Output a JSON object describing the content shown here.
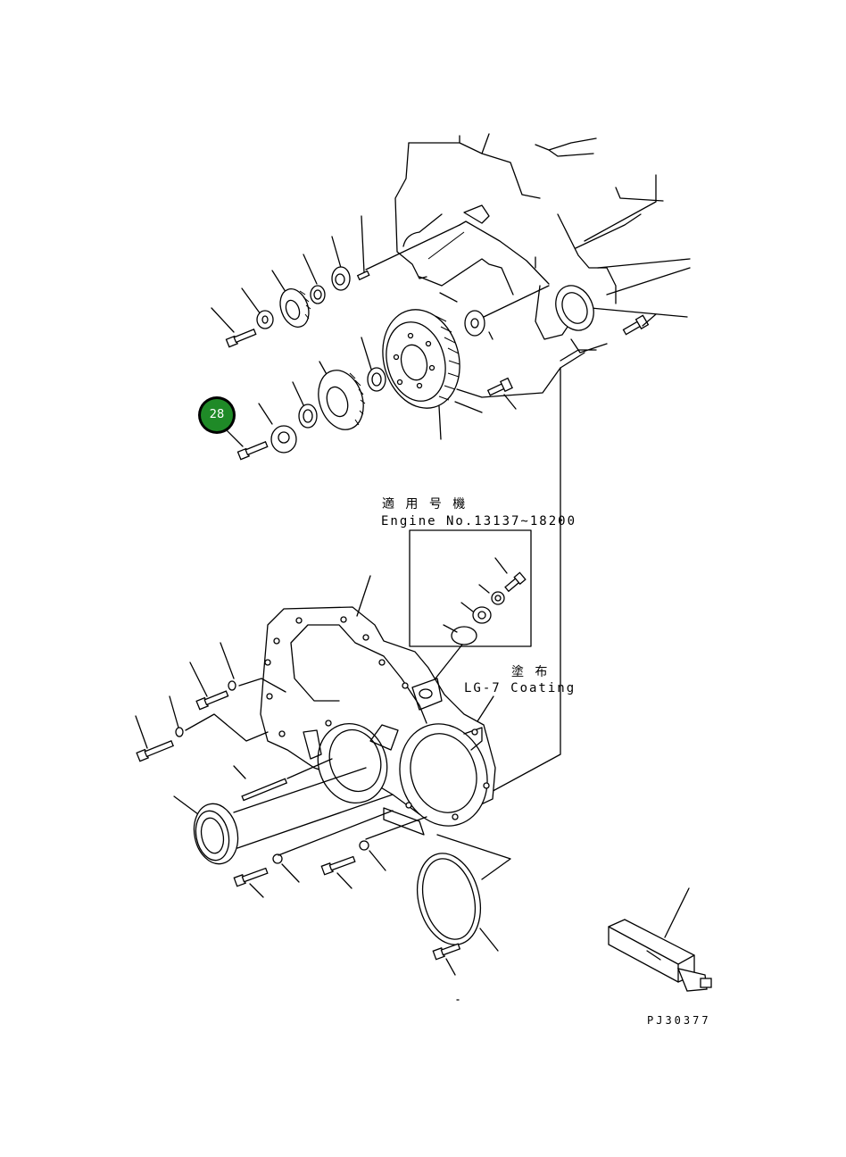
{
  "callout": {
    "number": "28",
    "color": "#1f8a27"
  },
  "notes": {
    "applicable_jp": "適 用 号 機",
    "applicable_en": "Engine No.13137~18200",
    "coating_jp": "塗 布",
    "coating_en": "LG-7 Coating"
  },
  "drawing_code": "PJ30377"
}
